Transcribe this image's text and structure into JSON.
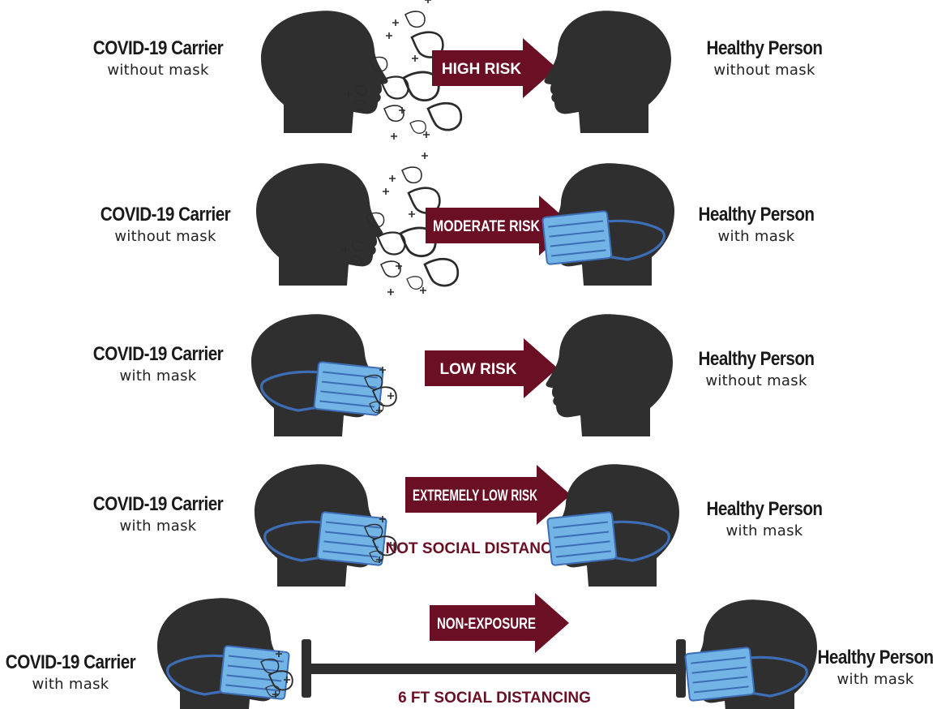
{
  "colors": {
    "head": "#2f2f2f",
    "arrow": "#6b0f24",
    "mask": "#73b4e6",
    "mask_strap": "#3d6db5",
    "droplet": "#2b2b2b",
    "bar": "#2f2f2f"
  },
  "icons": [
    "head-silhouette-icon",
    "face-mask-icon",
    "droplet-icon",
    "plus-icon",
    "risk-arrow-icon",
    "distance-bar-icon"
  ],
  "rows": [
    {
      "carrier": {
        "title": "COVID-19 Carrier",
        "sub": "without mask"
      },
      "healthy": {
        "title": "Healthy Person",
        "sub": "without mask"
      },
      "risk": "HIGH RISK"
    },
    {
      "carrier": {
        "title": "COVID-19 Carrier",
        "sub": "without mask"
      },
      "healthy": {
        "title": "Healthy Person",
        "sub": "with mask"
      },
      "risk": "MODERATE RISK"
    },
    {
      "carrier": {
        "title": "COVID-19 Carrier",
        "sub": "with mask"
      },
      "healthy": {
        "title": "Healthy Person",
        "sub": "without mask"
      },
      "risk": "LOW RISK"
    },
    {
      "carrier": {
        "title": "COVID-19 Carrier",
        "sub": "with mask"
      },
      "healthy": {
        "title": "Healthy Person",
        "sub": "with mask"
      },
      "risk": "EXTREMELY LOW RISK",
      "note": "NOT SOCIAL DISTANCING"
    },
    {
      "carrier": {
        "title": "COVID-19 Carrier",
        "sub": "with mask"
      },
      "healthy": {
        "title": "Healthy Person",
        "sub": "with mask"
      },
      "risk": "NON-EXPOSURE",
      "note": "6 FT SOCIAL DISTANCING"
    }
  ]
}
